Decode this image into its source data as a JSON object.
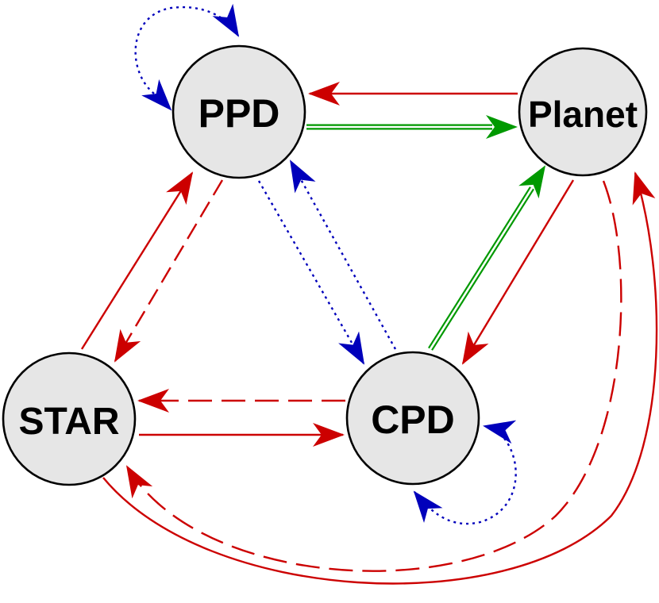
{
  "nodes": {
    "ppd": {
      "label": "PPD"
    },
    "planet": {
      "label": "Planet"
    },
    "star": {
      "label": "STAR"
    },
    "cpd": {
      "label": "CPD"
    }
  },
  "colors": {
    "red": "#cc0000",
    "green": "#009900",
    "blue": "#0000bb",
    "node_fill": "#e6e6e6",
    "node_stroke": "#000000"
  },
  "edges": [
    {
      "id": "planet-to-ppd",
      "from": "Planet",
      "to": "PPD",
      "color": "red",
      "style": "solid"
    },
    {
      "id": "ppd-to-planet",
      "from": "PPD",
      "to": "Planet",
      "color": "green",
      "style": "double"
    },
    {
      "id": "star-to-ppd",
      "from": "STAR",
      "to": "PPD",
      "color": "red",
      "style": "solid"
    },
    {
      "id": "ppd-to-star",
      "from": "PPD",
      "to": "STAR",
      "color": "red",
      "style": "dashed"
    },
    {
      "id": "ppd-to-cpd",
      "from": "PPD",
      "to": "CPD",
      "color": "blue",
      "style": "dotted"
    },
    {
      "id": "cpd-to-ppd",
      "from": "CPD",
      "to": "PPD",
      "color": "blue",
      "style": "dotted"
    },
    {
      "id": "cpd-to-planet",
      "from": "CPD",
      "to": "Planet",
      "color": "green",
      "style": "double"
    },
    {
      "id": "planet-to-cpd",
      "from": "Planet",
      "to": "CPD",
      "color": "red",
      "style": "solid"
    },
    {
      "id": "cpd-to-star",
      "from": "CPD",
      "to": "STAR",
      "color": "red",
      "style": "dashed"
    },
    {
      "id": "star-to-cpd",
      "from": "STAR",
      "to": "CPD",
      "color": "red",
      "style": "solid"
    },
    {
      "id": "star-to-planet",
      "from": "STAR",
      "to": "Planet",
      "color": "red",
      "style": "solid"
    },
    {
      "id": "planet-to-star",
      "from": "Planet",
      "to": "STAR",
      "color": "red",
      "style": "dashed"
    },
    {
      "id": "ppd-self-loop",
      "from": "PPD",
      "to": "PPD",
      "color": "blue",
      "style": "dotted"
    },
    {
      "id": "cpd-self-loop",
      "from": "CPD",
      "to": "CPD",
      "color": "blue",
      "style": "dotted"
    }
  ]
}
